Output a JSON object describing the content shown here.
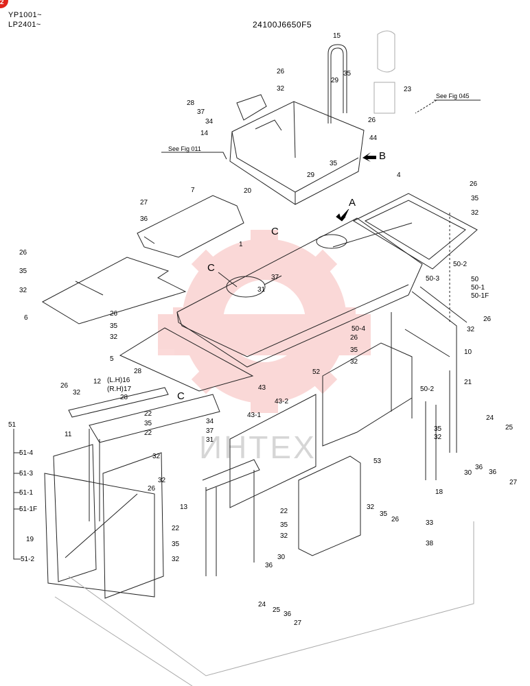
{
  "header": {
    "model_line_1": "YP1001~",
    "model_line_2": "LP2401~",
    "drawing_number": "24100J6650F5",
    "page_badge": "2"
  },
  "watermark": {
    "text": "ИНТЕХ",
    "color": "#e8302a"
  },
  "references": {
    "fig_045": "See Fig 045",
    "fig_011": "See Fig 011"
  },
  "view_marks": {
    "A": "A",
    "B": "B",
    "C": "C"
  },
  "callouts": [
    {
      "id": "c15",
      "text": "15"
    },
    {
      "id": "c26a",
      "text": "26"
    },
    {
      "id": "c35a",
      "text": "35"
    },
    {
      "id": "c32a",
      "text": "32"
    },
    {
      "id": "c29a",
      "text": "29"
    },
    {
      "id": "c23",
      "text": "23"
    },
    {
      "id": "c28a",
      "text": "28"
    },
    {
      "id": "c37a",
      "text": "37"
    },
    {
      "id": "c34a",
      "text": "34"
    },
    {
      "id": "c14",
      "text": "14"
    },
    {
      "id": "c26b",
      "text": "26"
    },
    {
      "id": "c44",
      "text": "44"
    },
    {
      "id": "c35b",
      "text": "35"
    },
    {
      "id": "c29b",
      "text": "29"
    },
    {
      "id": "c7",
      "text": "7"
    },
    {
      "id": "c20",
      "text": "20"
    },
    {
      "id": "c27a",
      "text": "27"
    },
    {
      "id": "c36a",
      "text": "36"
    },
    {
      "id": "c4",
      "text": "4"
    },
    {
      "id": "c26c",
      "text": "26"
    },
    {
      "id": "c35c",
      "text": "35"
    },
    {
      "id": "c32b",
      "text": "32"
    },
    {
      "id": "c1",
      "text": "1"
    },
    {
      "id": "c26d",
      "text": "26"
    },
    {
      "id": "c35d",
      "text": "35"
    },
    {
      "id": "c32c",
      "text": "32"
    },
    {
      "id": "c6",
      "text": "6"
    },
    {
      "id": "c37b",
      "text": "37"
    },
    {
      "id": "c31a",
      "text": "31"
    },
    {
      "id": "c50_2a",
      "text": "50-2"
    },
    {
      "id": "c50_3",
      "text": "50-3"
    },
    {
      "id": "c50",
      "text": "50"
    },
    {
      "id": "c50_1",
      "text": "50-1"
    },
    {
      "id": "c50_1F",
      "text": "50-1F"
    },
    {
      "id": "c26e",
      "text": "26"
    },
    {
      "id": "c35e",
      "text": "35"
    },
    {
      "id": "c32d",
      "text": "32"
    },
    {
      "id": "c50_4",
      "text": "50-4"
    },
    {
      "id": "c26f",
      "text": "26"
    },
    {
      "id": "c35f",
      "text": "35"
    },
    {
      "id": "c32e",
      "text": "32"
    },
    {
      "id": "c32f",
      "text": "32"
    },
    {
      "id": "c26g",
      "text": "26"
    },
    {
      "id": "c10",
      "text": "10"
    },
    {
      "id": "c5",
      "text": "5"
    },
    {
      "id": "c52",
      "text": "52"
    },
    {
      "id": "c21",
      "text": "21"
    },
    {
      "id": "c50_2b",
      "text": "50-2"
    },
    {
      "id": "c28b",
      "text": "28"
    },
    {
      "id": "c12",
      "text": "12"
    },
    {
      "id": "c16",
      "text": "(L.H)16"
    },
    {
      "id": "c17",
      "text": "(R.H)17"
    },
    {
      "id": "c26h",
      "text": "26"
    },
    {
      "id": "c32g",
      "text": "32"
    },
    {
      "id": "c28c",
      "text": "28"
    },
    {
      "id": "c43",
      "text": "43"
    },
    {
      "id": "c43_2",
      "text": "43-2"
    },
    {
      "id": "c43_1",
      "text": "43-1"
    },
    {
      "id": "c22a",
      "text": "22"
    },
    {
      "id": "c34b",
      "text": "34"
    },
    {
      "id": "c37c",
      "text": "37"
    },
    {
      "id": "c31b",
      "text": "31"
    },
    {
      "id": "c35g",
      "text": "35"
    },
    {
      "id": "c32h",
      "text": "32"
    },
    {
      "id": "c22b",
      "text": "22"
    },
    {
      "id": "c35h",
      "text": "35"
    },
    {
      "id": "c32i",
      "text": "32"
    },
    {
      "id": "c24a",
      "text": "24"
    },
    {
      "id": "c25a",
      "text": "25"
    },
    {
      "id": "c30a",
      "text": "30"
    },
    {
      "id": "c36b",
      "text": "36"
    },
    {
      "id": "c36c",
      "text": "36"
    },
    {
      "id": "c27b",
      "text": "27"
    },
    {
      "id": "c51",
      "text": "51"
    },
    {
      "id": "c51_4",
      "text": "51-4"
    },
    {
      "id": "c11",
      "text": "11"
    },
    {
      "id": "c51_3",
      "text": "51-3"
    },
    {
      "id": "c51_1",
      "text": "51-1"
    },
    {
      "id": "c51_1F",
      "text": "51-1F"
    },
    {
      "id": "c19",
      "text": "19"
    },
    {
      "id": "c51_2",
      "text": "51-2"
    },
    {
      "id": "c32j",
      "text": "32"
    },
    {
      "id": "c26i",
      "text": "26"
    },
    {
      "id": "c53",
      "text": "53"
    },
    {
      "id": "c13",
      "text": "13"
    },
    {
      "id": "c22c",
      "text": "22"
    },
    {
      "id": "c35i",
      "text": "35"
    },
    {
      "id": "c32k",
      "text": "32"
    },
    {
      "id": "c22d",
      "text": "22"
    },
    {
      "id": "c35j",
      "text": "35"
    },
    {
      "id": "c32l",
      "text": "32"
    },
    {
      "id": "c18",
      "text": "18"
    },
    {
      "id": "c32m",
      "text": "32"
    },
    {
      "id": "c35k",
      "text": "35"
    },
    {
      "id": "c26j",
      "text": "26"
    },
    {
      "id": "c33",
      "text": "33"
    },
    {
      "id": "c38",
      "text": "38"
    },
    {
      "id": "c30b",
      "text": "30"
    },
    {
      "id": "c36d",
      "text": "36"
    },
    {
      "id": "c24b",
      "text": "24"
    },
    {
      "id": "c25b",
      "text": "25"
    },
    {
      "id": "c36e",
      "text": "36"
    },
    {
      "id": "c27c",
      "text": "27"
    }
  ]
}
